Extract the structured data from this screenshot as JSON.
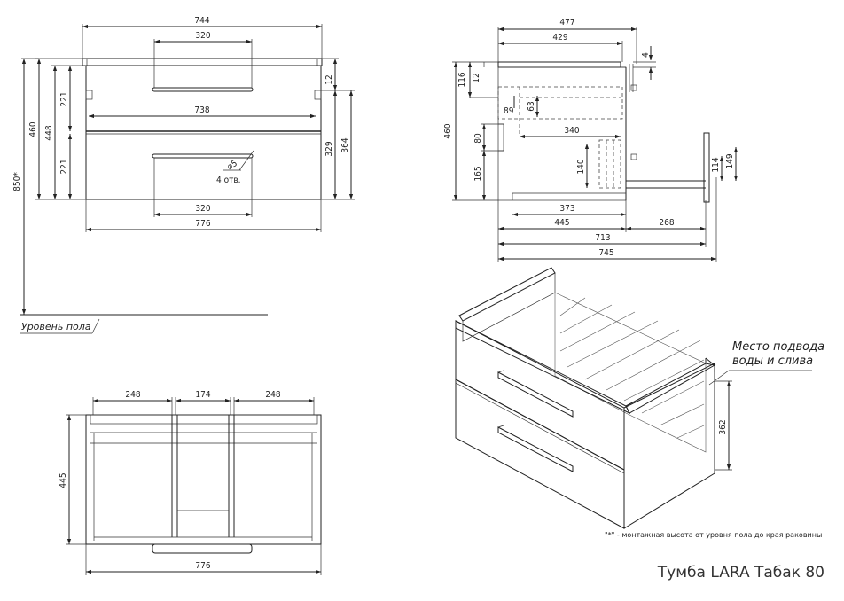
{
  "caption": "Тумба LARA Табак 80",
  "floor_label": "Уровень пола",
  "holes_note": "4 отв.",
  "hole_symbol": "⌀5",
  "supply_label_line1": "Место подвода",
  "supply_label_line2": "воды и слива",
  "footnote": "\"*\" - монтажная высота от уровня пола до края раковины",
  "front_view": {
    "top_width": "744",
    "handle_top": "320",
    "inner_width": "738",
    "handle_bottom": "320",
    "total_width": "776",
    "height_460": "460",
    "height_448": "448",
    "drawer_top": "221",
    "drawer_bottom": "221",
    "mount_height": "850*",
    "dim_12": "12",
    "dim_329": "329",
    "dim_364": "364"
  },
  "side_view": {
    "depth_477": "477",
    "depth_429": "429",
    "dim_4": "4",
    "dim_116": "116",
    "dim_12": "12",
    "dim_460": "460",
    "dim_89": "89",
    "dim_63": "63",
    "dim_340": "340",
    "dim_80": "80",
    "dim_165": "165",
    "dim_140": "140",
    "dim_373": "373",
    "dim_445": "445",
    "dim_268": "268",
    "dim_713": "713",
    "dim_745": "745",
    "dim_114": "114",
    "dim_149": "149"
  },
  "top_view": {
    "dim_248_left": "248",
    "dim_174": "174",
    "dim_248_right": "248",
    "dim_445": "445",
    "dim_776": "776"
  },
  "iso_view": {
    "height_362": "362"
  }
}
